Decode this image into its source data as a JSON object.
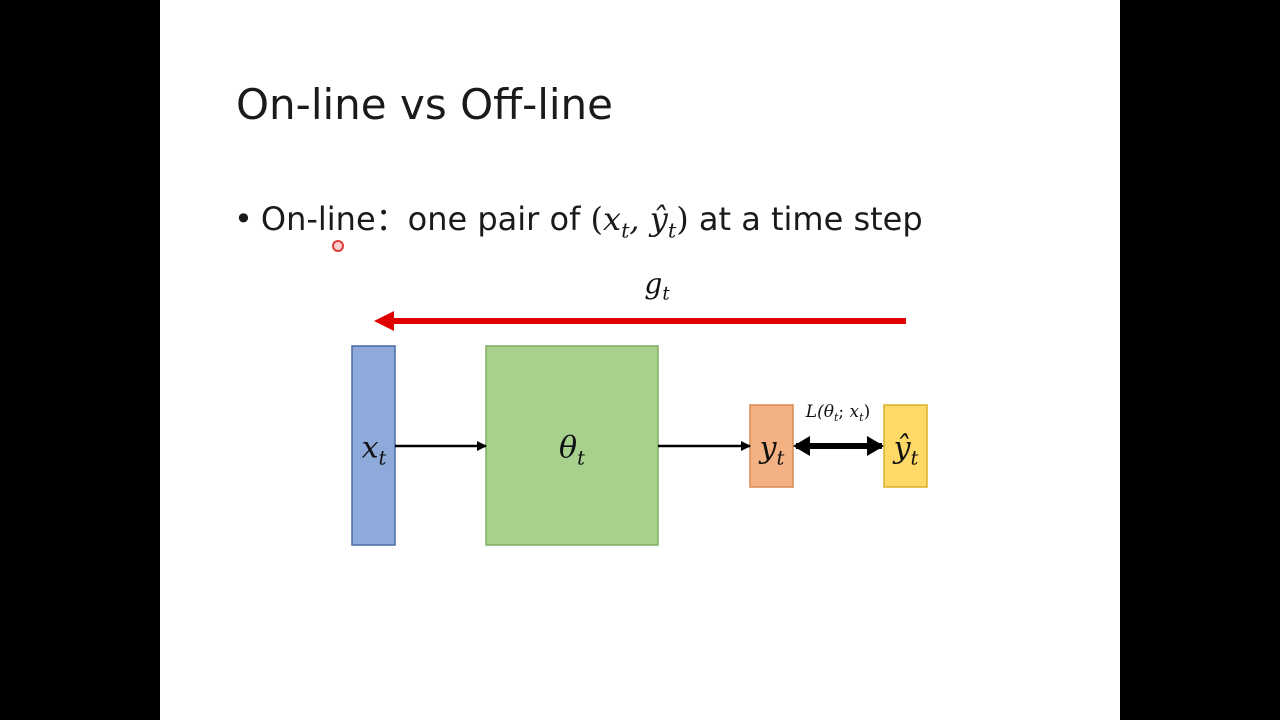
{
  "slide": {
    "title": "On-line vs Off-line",
    "bullet": {
      "marker": "•",
      "prefix": "On-line：one pair of ",
      "suffix": " at a time step"
    }
  },
  "diagram": {
    "gradient_label": "g",
    "input_label": "x",
    "param_label": "θ",
    "output_label": "y",
    "target_label": "ŷ",
    "loss_label": "L(θ",
    "subscript": "t",
    "colors": {
      "input_box": "#8eaadb",
      "param_box": "#a9d18e",
      "output_box": "#f4b183",
      "target_box": "#ffd966",
      "gradient_arrow": "#e00000"
    }
  }
}
